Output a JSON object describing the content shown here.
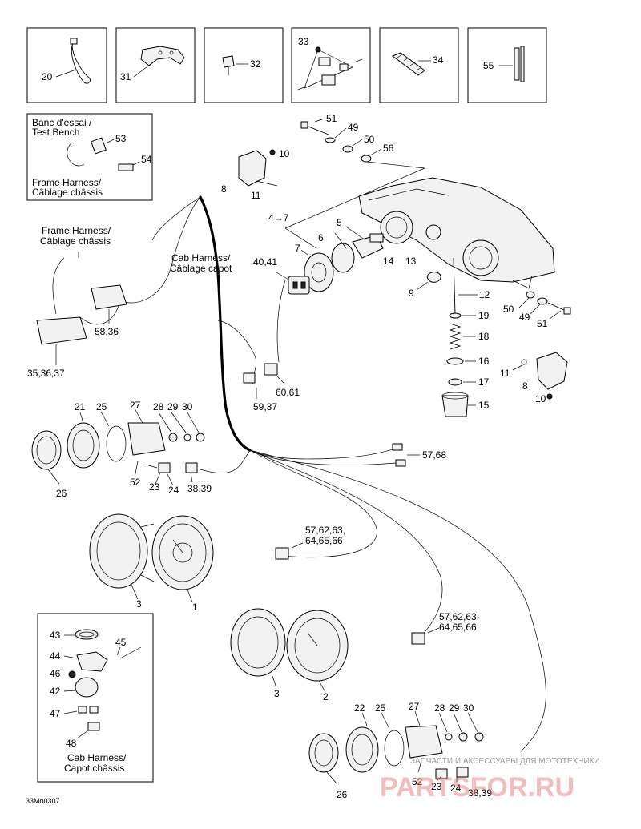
{
  "labels": {
    "p20": "20",
    "p31": "31",
    "p32": "32",
    "p33": "33",
    "p34": "34",
    "p55": "55",
    "p53": "53",
    "p54": "54",
    "p51a": "51",
    "p49a": "49",
    "p50a": "50",
    "p56": "56",
    "p10a": "10",
    "p8a": "8",
    "p11a": "11",
    "p4to7": "4→7",
    "p5": "5",
    "p6": "6",
    "p7": "7",
    "p14": "14",
    "p13": "13",
    "p40_41": "40,41",
    "p9": "9",
    "p12": "12",
    "p50b": "50",
    "p49b": "49",
    "p51b": "51",
    "p19": "19",
    "p18": "18",
    "p16": "16",
    "p17": "17",
    "p15": "15",
    "p11b": "11",
    "p8b": "8",
    "p10b": "10",
    "p58_36": "58,36",
    "p35_37": "35,36,37",
    "p60_61": "60,61",
    "p59_37": "59,37",
    "p21": "21",
    "p25a": "25",
    "p27a": "27",
    "p28a": "28",
    "p29a": "29",
    "p30a": "30",
    "p26a": "26",
    "p52a": "52",
    "p23a": "23",
    "p24a": "24",
    "p38_39a": "38,39",
    "p57_68": "57,68",
    "p57_66a_l1": "57,62,63,",
    "p57_66a_l2": "64,65,66",
    "p3a": "3",
    "p1": "1",
    "p57_66b_l1": "57,62,63,",
    "p57_66b_l2": "64,65,66",
    "p3b": "3",
    "p2": "2",
    "p43": "43",
    "p44": "44",
    "p45": "45",
    "p46": "46",
    "p42": "42",
    "p47": "47",
    "p48": "48",
    "p22": "22",
    "p25b": "25",
    "p27b": "27",
    "p28b": "28",
    "p29b": "29",
    "p30b": "30",
    "p26b": "26",
    "p52b": "52",
    "p23b": "23",
    "p24b": "24",
    "p38_39b": "38,39"
  },
  "captions": {
    "test_bench_l1": "Banc d'essai /",
    "test_bench_l2": "Test Bench",
    "frame_harness_box_l1": "Frame Harness/",
    "frame_harness_box_l2": "Câblage châssis",
    "frame_harness_l1": "Frame Harness/",
    "frame_harness_l2": "Câblage châssis",
    "cab_harness_l1": "Cab Harness/",
    "cab_harness_l2": "Câblage capot",
    "cab_harness_box_l1": "Cab Harness/",
    "cab_harness_box_l2": "Capot châssis"
  },
  "figure_code": "33Mo0307",
  "watermark": {
    "line1": "ЗАПЧАСТИ И АКСЕССУАРЫ ДЛЯ МОТОТЕХНИКИ",
    "line2": "PARTSFOR.RU"
  }
}
